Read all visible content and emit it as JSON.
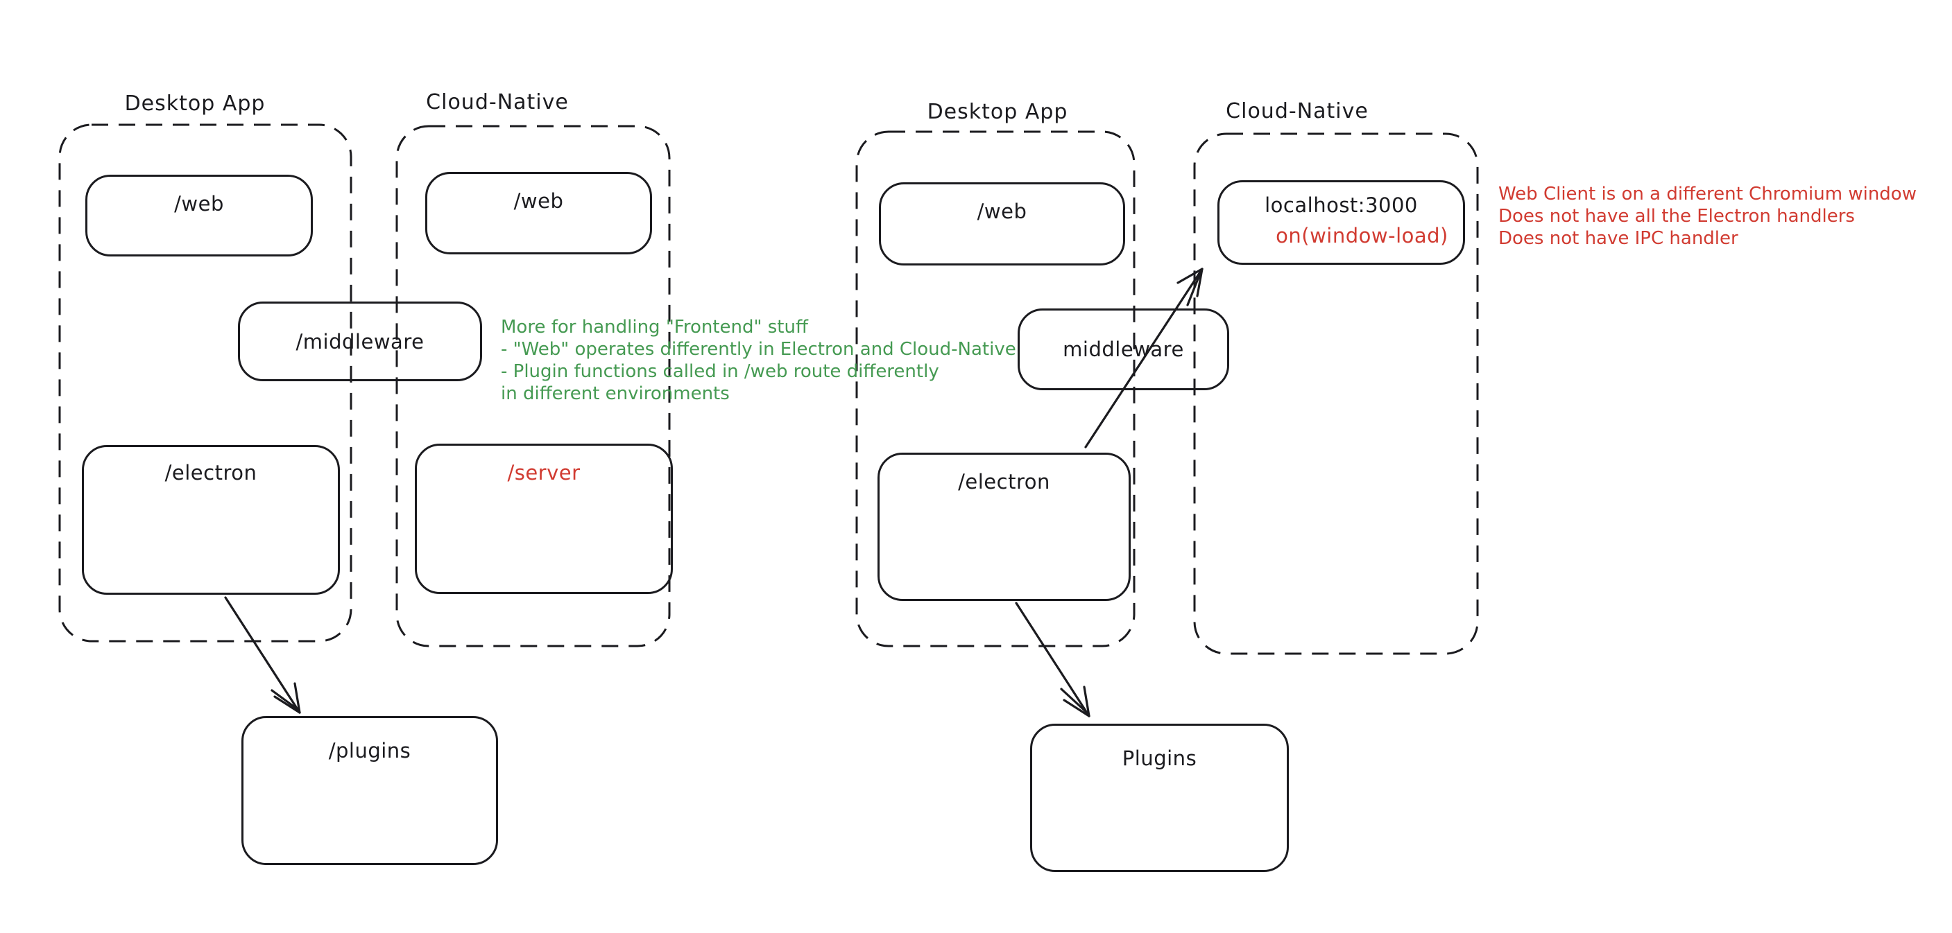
{
  "colors": {
    "ink": "#1b1b1f",
    "green": "#459a52",
    "red": "#d13b31",
    "background": "#ffffff"
  },
  "groups": {
    "left_desktop": {
      "title": "Desktop App"
    },
    "left_cloud": {
      "title": "Cloud-Native"
    },
    "right_desktop": {
      "title": "Desktop App"
    },
    "right_cloud": {
      "title": "Cloud-Native"
    }
  },
  "boxes": {
    "left_web_desktop": "/web",
    "left_web_cloud": "/web",
    "left_middleware": "/middleware",
    "left_electron": "/electron",
    "left_server": "/server",
    "left_plugins": "/plugins",
    "right_web": "/web",
    "right_localhost": "localhost:3000",
    "right_window_load": "on(window-load)",
    "right_middleware": "middleware",
    "right_electron": "/electron",
    "right_plugins": "Plugins"
  },
  "annotations": {
    "green_note": {
      "lines": [
        "More for handling \"Frontend\" stuff",
        "- \"Web\" operates differently in Electron and Cloud-Native",
        "- Plugin functions called in /web route differently",
        "in different environments"
      ]
    },
    "red_note": {
      "lines": [
        "Web Client is on a different Chromium window",
        "Does not have all the Electron handlers",
        "Does not have IPC handler"
      ]
    }
  }
}
